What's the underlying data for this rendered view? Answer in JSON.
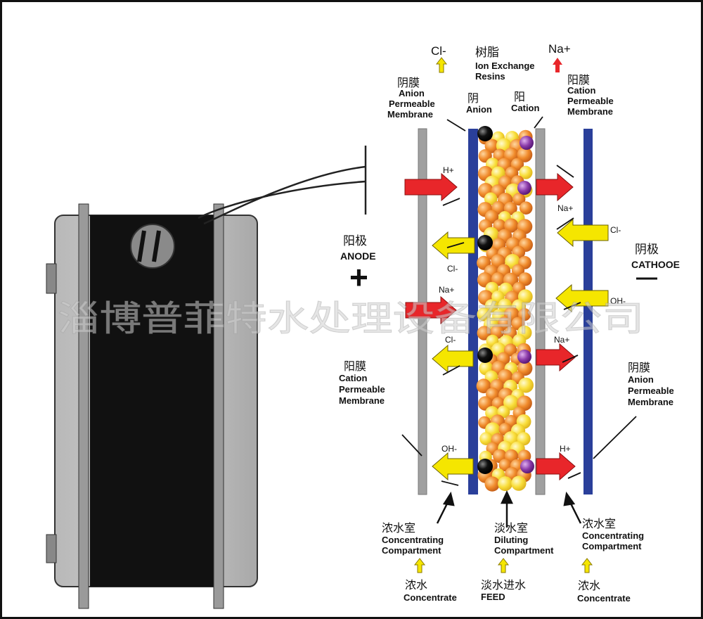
{
  "top": {
    "cl_ion": "Cl-",
    "resin_zh": "树脂",
    "resin_en1": "Ion Exchange",
    "resin_en2": "Resins",
    "na_ion": "Na+"
  },
  "membrane_tl": {
    "zh": "阴膜",
    "en1": "Anion",
    "en2": "Permeable",
    "en3": "Membrane"
  },
  "membrane_tr": {
    "zh": "阳膜",
    "en1": "Cation",
    "en2": "Permeable",
    "en3": "Membrane"
  },
  "membrane_bl": {
    "zh": "阳膜",
    "en1": "Cation",
    "en2": "Permeable",
    "en3": "Membrane"
  },
  "membrane_br": {
    "zh": "阴膜",
    "en1": "Anion",
    "en2": "Permeable",
    "en3": "Membrane"
  },
  "anion_label": {
    "zh": "阴",
    "en": "Anion"
  },
  "cation_label": {
    "zh": "阳",
    "en": "Cation"
  },
  "anode": {
    "zh": "阳极",
    "en": "ANODE",
    "sign": "+"
  },
  "cathode": {
    "zh": "阴极",
    "en": "CATHOOE",
    "sign": "—"
  },
  "ions": {
    "h_top": "H+",
    "na_right_top": "Na+",
    "cl_right": "Cl-",
    "cl_left": "Cl-",
    "na_left": "Na+",
    "oh_right": "OH-",
    "cl_left2": "Cl-",
    "na_right2": "Na+",
    "oh_left": "OH-",
    "h_right": "H+"
  },
  "compartments": {
    "left": {
      "zh": "浓水室",
      "en1": "Concentrating",
      "en2": "Compartment"
    },
    "mid": {
      "zh": "淡水室",
      "en1": "Diluting",
      "en2": "Compartment"
    },
    "right": {
      "zh": "浓水室",
      "en1": "Concentrating",
      "en2": "Compartment"
    }
  },
  "feeds": {
    "left": {
      "zh": "浓水",
      "en": "Concentrate"
    },
    "mid": {
      "zh": "淡水进水",
      "en": "FEED"
    },
    "right": {
      "zh": "浓水",
      "en": "Concentrate"
    }
  },
  "watermark": "淄博普菲特水处理设备有限公司",
  "colors": {
    "anion_membrane": "#2a3f9a",
    "cation_membrane": "#9a9a9a",
    "flow_arrow_red": "#e8262a",
    "flow_arrow_yellow": "#f5e600",
    "resin_orange": "#f08a2a",
    "resin_yellow": "#f9de3a"
  }
}
